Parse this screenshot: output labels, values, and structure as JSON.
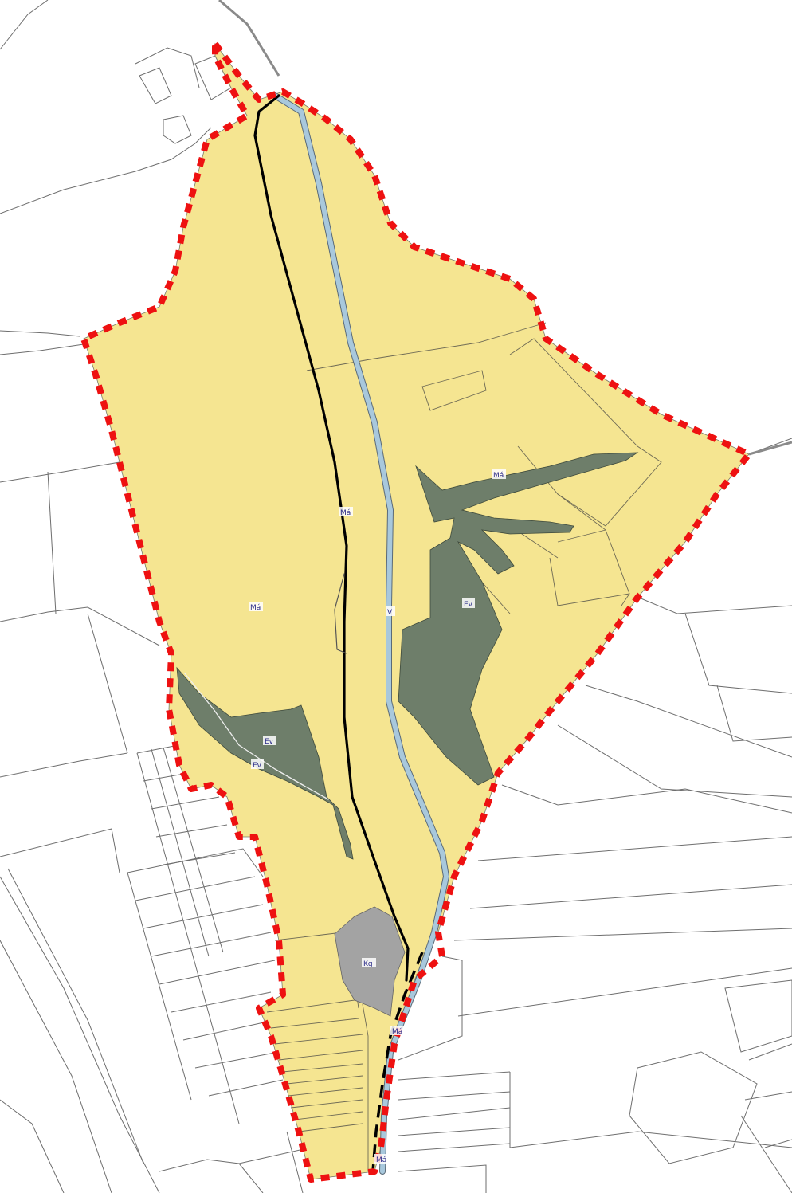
{
  "zone_labels": {
    "ma_west": "Má",
    "ma_center": "Má",
    "ma_east": "Má",
    "ev_east": "Ev",
    "ev_west": "Ev",
    "ev_path": "Ev",
    "v_stream": "V",
    "kg": "Kg",
    "ma_south": "Má",
    "ma_bottom": "Má"
  },
  "colors": {
    "zone_yellow": "#f5e591",
    "zone_forest": "#6e7e6a",
    "zone_grey": "#a3a3a3",
    "boundary_red": "#ee1111",
    "stream_blue": "#a8c8dc",
    "parcel_line": "#6e6e6e"
  },
  "legend_symbols": {
    "boundary": "red-dashed-boundary",
    "trail": "black-path",
    "stream": "blue-stream"
  }
}
